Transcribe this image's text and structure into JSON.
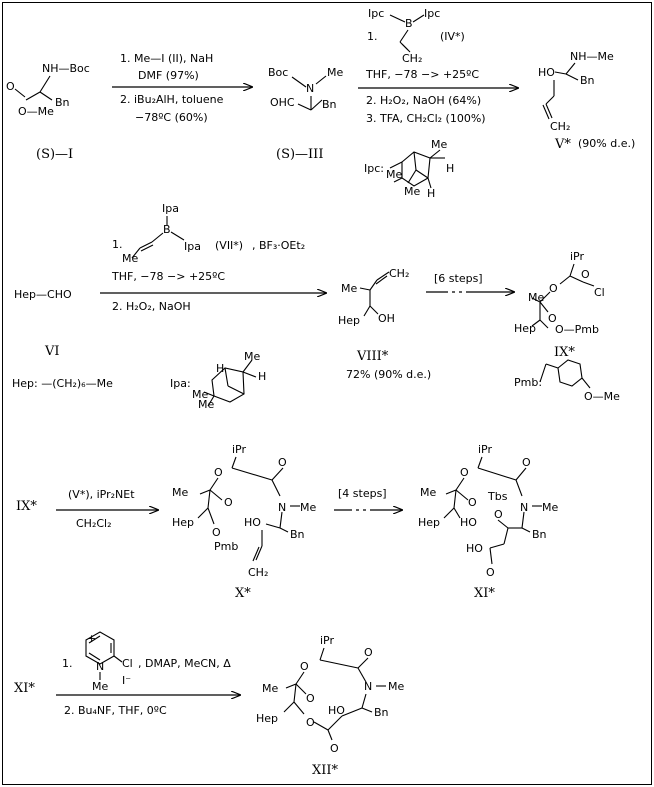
{
  "step1": {
    "start_boc": "NH—Boc",
    "start_bn": "Bn",
    "start_o": "O",
    "start_ome": "O—Me",
    "start_label": "(S)—I",
    "cond_1": "1. Me—I (II), NaH",
    "cond_2": "DMF (97%)",
    "cond_3": "2. iBu₂AlH, toluene",
    "cond_4": "−78ºC (60%)",
    "prod_boc": "Boc",
    "prod_n": "N",
    "prod_me": "Me",
    "prod_ohc": "OHC",
    "prod_bn": "Bn",
    "prod_label": "(S)—III"
  },
  "step2": {
    "reagent_ipc1": "Ipc",
    "reagent_ipc2": "Ipc",
    "reagent_b": "B",
    "reagent_num": "1.",
    "reagent_label": "(IV*)",
    "cond_1": "THF, −78 −> +25ºC",
    "cond_2": "2. H₂O₂, NaOH (64%)",
    "cond_3": "3. TFA, CH₂Cl₂ (100%)",
    "ipc_label": "Ipc:",
    "ipc_h1": "H",
    "ipc_h2": "H",
    "ipc_me1": "Me",
    "ipc_me2": "Me",
    "prod_nhme": "NH—Me",
    "prod_ho": "HO",
    "prod_bn": "Bn",
    "prod_ch2": "CH₂",
    "prod_label": "V*",
    "prod_de": "(90% d.e.)"
  },
  "step3": {
    "start_text": "Hep—CHO",
    "start_label": "VI",
    "reagent_ipa1": "Ipa",
    "reagent_ipa2": "Ipa",
    "reagent_b": "B",
    "reagent_num": "1.",
    "reagent_label": "(VII*)",
    "reagent_extra": ", BF₃·OEt₂",
    "cond_1": "THF, −78 −> +25ºC",
    "cond_2": "2. H₂O₂, NaOH",
    "hep_def": "Hep: —(CH₂)₆—Me",
    "ipa_label": "Ipa:",
    "ipa_h1": "H",
    "ipa_h2": "H",
    "ipa_me1": "Me",
    "ipa_me2": "Me",
    "prod_me": "Me",
    "prod_ch2": "CH₂",
    "prod_hep": "Hep",
    "prod_oh": "OH",
    "prod_label": "VIII*",
    "prod_yield": "72% (90% d.e.)",
    "arrow_steps": "[6 steps]",
    "ix_ipr": "iPr",
    "ix_me": "Me",
    "ix_o1": "O",
    "ix_o2": "O",
    "ix_o3": "O",
    "ix_cl": "Cl",
    "ix_hep": "Hep",
    "ix_opmb": "O—Pmb",
    "ix_label": "IX*",
    "pmb_label": "Pmb:",
    "pmb_ome": "O—Me"
  },
  "step4": {
    "start_label": "IX*",
    "cond_1": "(V*), iPr₂NEt",
    "cond_2": "CH₂Cl₂",
    "x_ipr": "iPr",
    "x_me": "Me",
    "x_o": "O",
    "x_n": "N",
    "x_nme": "Me",
    "x_hep": "Hep",
    "x_ho": "HO",
    "x_bn": "Bn",
    "x_o2": "O",
    "x_pmb": "Pmb",
    "x_ch2": "CH₂",
    "x_label": "X*",
    "arrow_steps": "[4 steps]",
    "xi_ipr": "iPr",
    "xi_me": "Me",
    "xi_o": "O",
    "xi_tbs": "Tbs",
    "xi_n": "N",
    "xi_nme": "Me",
    "xi_hep": "Hep",
    "xi_ho": "HO",
    "xi_o2": "O",
    "xi_ho2": "HO",
    "xi_bn": "Bn",
    "xi_o3": "O",
    "xi_label": "XI*"
  },
  "step5": {
    "start_label": "XI*",
    "cond_num": "1.",
    "cond_plus": "+",
    "cond_n": "N",
    "cond_cl": "Cl",
    "cond_me": "Me",
    "cond_i": "I⁻",
    "cond_1": ", DMAP, MeCN, Δ",
    "cond_2": "2. Bu₄NF, THF, 0ºC",
    "xii_ipr": "iPr",
    "xii_me": "Me",
    "xii_o": "O",
    "xii_o_ring": "O",
    "xii_n": "N",
    "xii_nme": "Me",
    "xii_hep": "Hep",
    "xii_o2": "O",
    "xii_ho": "HO",
    "xii_bn": "Bn",
    "xii_o3": "O",
    "xii_label": "XII*"
  }
}
